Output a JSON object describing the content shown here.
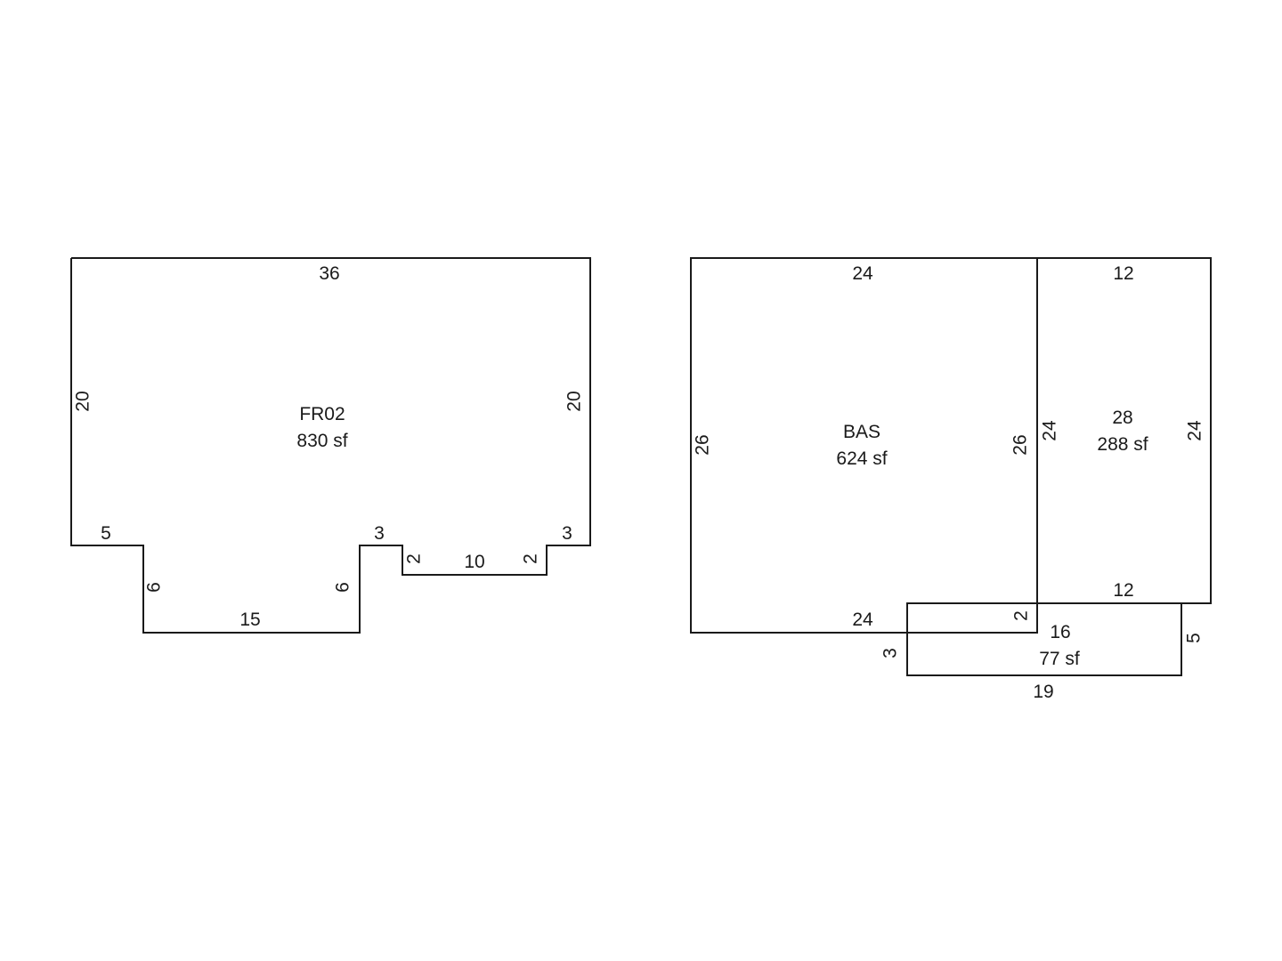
{
  "fr02": {
    "name": "FR02",
    "area": "830 sf",
    "dims": {
      "top": "36",
      "left": "20",
      "right": "20",
      "step_left": "5",
      "notch_left": "6",
      "bottom": "15",
      "notch_right": "6",
      "step_mid": "3",
      "jog_left": "2",
      "bottom_right": "10",
      "jog_right": "2",
      "step_right": "3"
    }
  },
  "bas": {
    "name": "BAS",
    "area": "624 sf",
    "dims": {
      "top": "24",
      "left": "26",
      "right": "26",
      "bottom": "24",
      "offset": "2"
    }
  },
  "addition": {
    "name": "28",
    "area": "288 sf",
    "dims": {
      "top": "12",
      "left": "24",
      "right": "24",
      "bottom": "12"
    }
  },
  "porch": {
    "name": "16",
    "area": "77 sf",
    "dims": {
      "left": "3",
      "right": "5",
      "bottom": "19"
    }
  }
}
